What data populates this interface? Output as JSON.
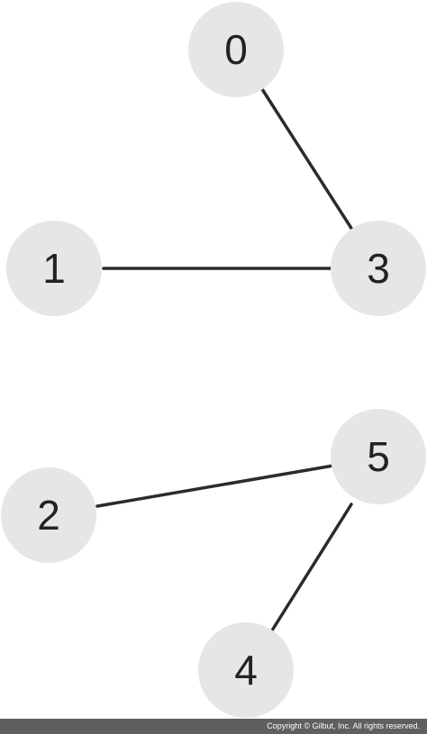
{
  "graph": {
    "nodes": [
      {
        "id": "0",
        "label": "0"
      },
      {
        "id": "1",
        "label": "1"
      },
      {
        "id": "2",
        "label": "2"
      },
      {
        "id": "3",
        "label": "3"
      },
      {
        "id": "4",
        "label": "4"
      },
      {
        "id": "5",
        "label": "5"
      }
    ],
    "edges": [
      {
        "from": "0",
        "to": "3"
      },
      {
        "from": "1",
        "to": "3"
      },
      {
        "from": "2",
        "to": "5"
      },
      {
        "from": "5",
        "to": "4"
      }
    ],
    "colors": {
      "node_fill": "#e6e6e6",
      "edge": "#2b2b2b",
      "label": "#222222"
    }
  },
  "footer": {
    "copyright": "Copyright © Gilbut, Inc. All rights reserved."
  }
}
